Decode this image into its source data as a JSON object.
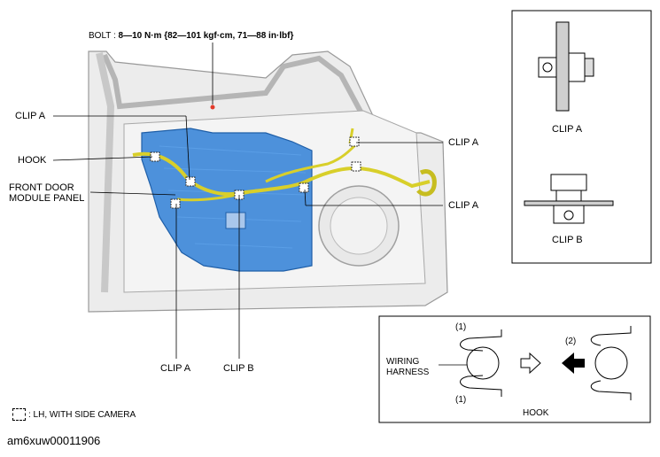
{
  "bolt": {
    "prefix": "BOLT : ",
    "spec": "8—10 N·m {82—101 kgf·cm, 71—88 in·lbf}"
  },
  "labels": {
    "clip_a_top_left": "CLIP A",
    "hook": "HOOK",
    "front_door_module_panel_line1": "FRONT DOOR",
    "front_door_module_panel_line2": "MODULE PANEL",
    "clip_a_bottom": "CLIP A",
    "clip_b_bottom": "CLIP B",
    "clip_a_right_top": "CLIP A",
    "clip_a_right_mid": "CLIP A"
  },
  "detail_clips": {
    "clip_a": "CLIP A",
    "clip_b": "CLIP B"
  },
  "detail_hook": {
    "step1_top": "(1)",
    "step1_bottom": "(1)",
    "step2": "(2)",
    "wiring_line1": "WIRING",
    "wiring_line2": "HARNESS",
    "title": "HOOK"
  },
  "legend": {
    "text": ": LH, WITH SIDE CAMERA"
  },
  "image_code": "am6xuw00011906",
  "colors": {
    "panel_blue": "#2f7fd6",
    "harness_yellow": "#d8cf2a",
    "door_gray": "#e6e6e6",
    "marker_red": "#e23a2a"
  }
}
